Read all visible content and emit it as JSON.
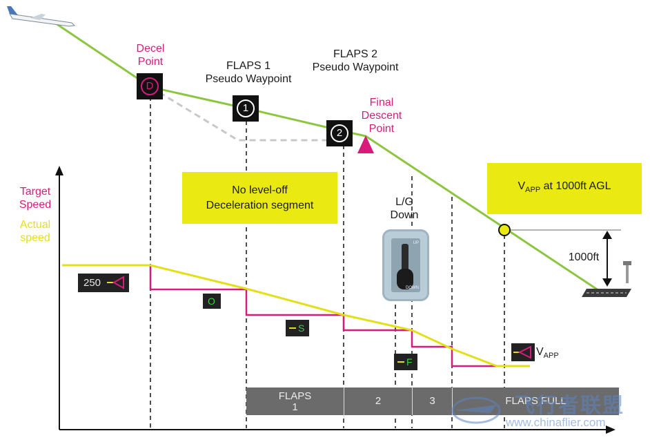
{
  "labels": {
    "decel_point": [
      "Decel",
      "Point"
    ],
    "flaps1_waypoint": [
      "FLAPS 1",
      "Pseudo Waypoint"
    ],
    "flaps2_waypoint": [
      "FLAPS 2",
      "Pseudo Waypoint"
    ],
    "final_descent_point": [
      "Final",
      "Descent",
      "Point"
    ],
    "target_speed": [
      "Target",
      "Speed"
    ],
    "actual_speed": [
      "Actual",
      "speed"
    ],
    "no_level_off": [
      "No level-off",
      "Deceleration segment"
    ],
    "vapp_1000": {
      "main": "V",
      "sub": "APP",
      "rest": " at 1000ft AGL"
    },
    "lg_down": [
      "L/G",
      "Down"
    ],
    "height_1000": "1000ft",
    "speed_250": "250",
    "vapp_speed": {
      "main": "V",
      "sub": "APP"
    }
  },
  "waypoint_symbols": {
    "decel": "D",
    "flaps1": "1",
    "flaps2": "2"
  },
  "fma_symbols": {
    "green_dot": "O",
    "s_speed": "S",
    "f_speed": "F"
  },
  "gear_panel_text": {
    "up": "UP",
    "down": "DOWN"
  },
  "flaps_bar": [
    {
      "label": [
        "FLAPS",
        "1"
      ]
    },
    {
      "label": [
        "2"
      ]
    },
    {
      "label": [
        "3"
      ]
    },
    {
      "label": [
        "FLAPS FULL"
      ]
    }
  ],
  "watermark": {
    "text": "飞行者联盟",
    "url": "www.chinaflier.com"
  },
  "colors": {
    "path": "#8cc63f",
    "target_speed": "#d81b7a",
    "actual_speed": "#e3df1a",
    "box": "#eaea12",
    "flaps_bar": "#6b6b6b"
  }
}
